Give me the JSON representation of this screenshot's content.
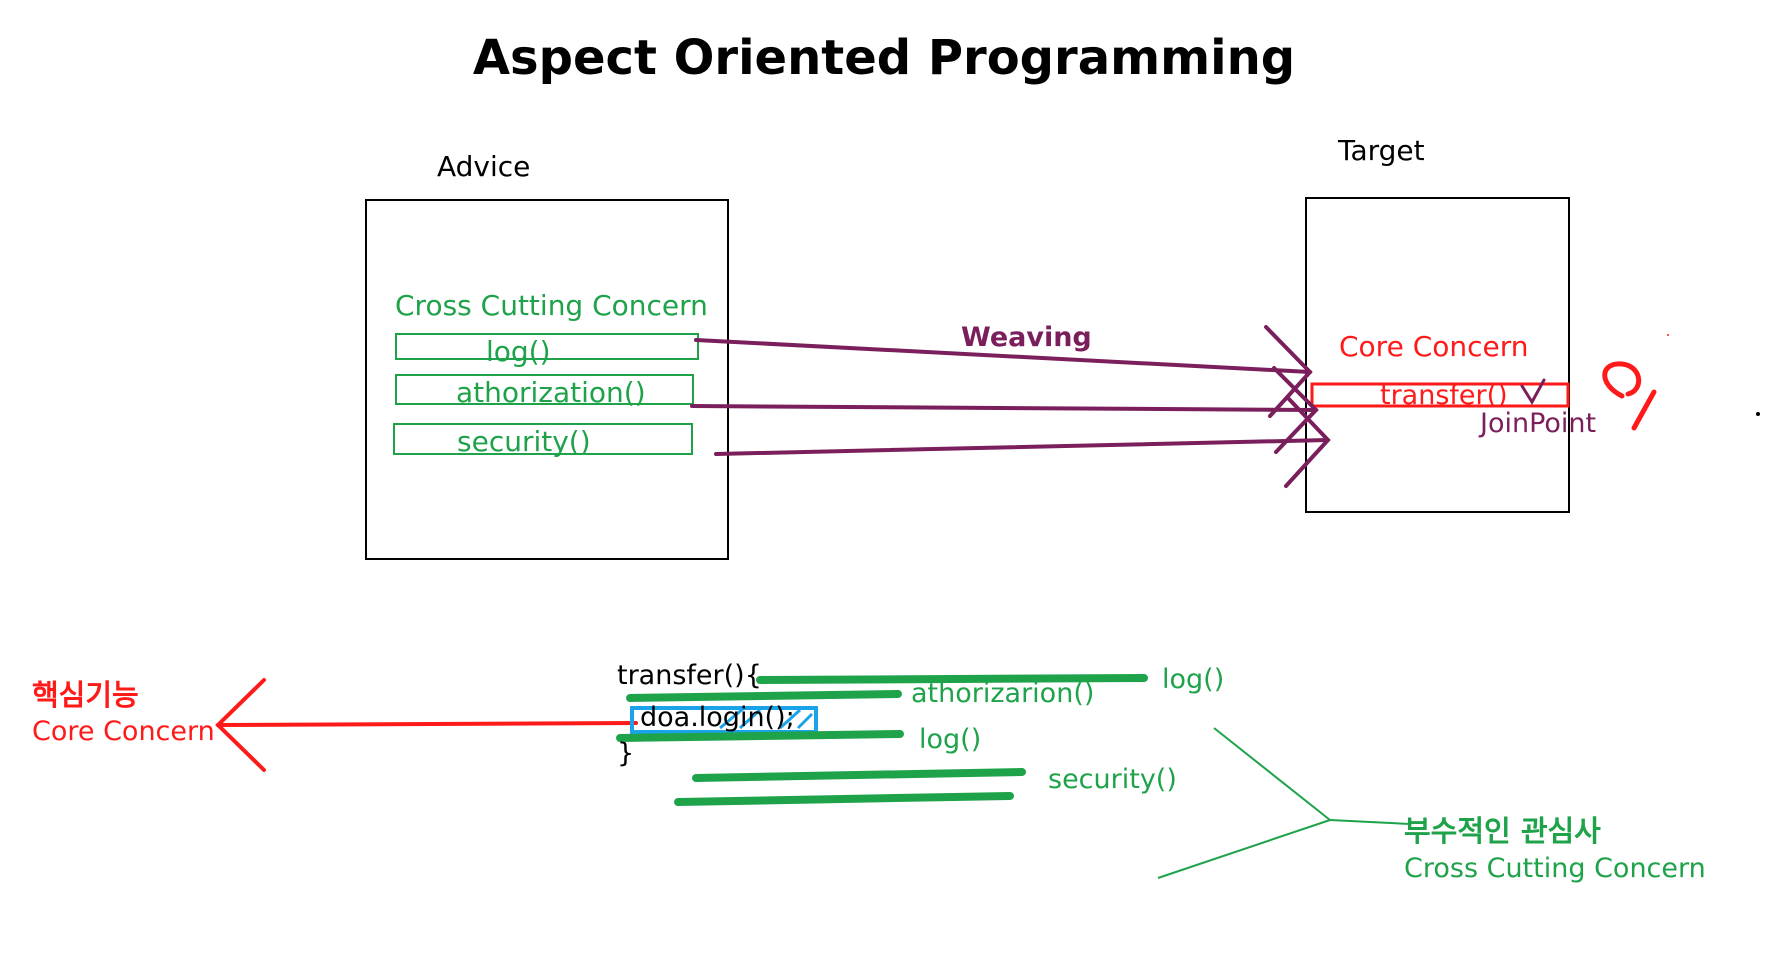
{
  "title": "Aspect Oriented Programming",
  "advice": {
    "heading": "Advice",
    "box_title": "Cross Cutting Concern",
    "methods": [
      "log()",
      "athorization()",
      "security()"
    ]
  },
  "weaving_label": "Weaving",
  "target": {
    "heading": "Target",
    "core_title": "Core Concern",
    "method": "transfer()",
    "joinpoint": "JoinPoint"
  },
  "code": {
    "open": "transfer(){",
    "line": "doa.login();",
    "close": "}",
    "annotations": {
      "log_top": "log()",
      "athorization": "athorizarion()",
      "log_mid": "log()",
      "security": "security()"
    }
  },
  "core_left": {
    "korean": "핵심기능",
    "english": "Core Concern"
  },
  "cross_right": {
    "korean": "부수적인 관심사",
    "english": "Cross Cutting Concern"
  },
  "colors": {
    "green": "#1fa34a",
    "purple": "#7a1f5c",
    "red": "#ff1a1a",
    "blue": "#1aa3e8",
    "black": "#000000"
  }
}
